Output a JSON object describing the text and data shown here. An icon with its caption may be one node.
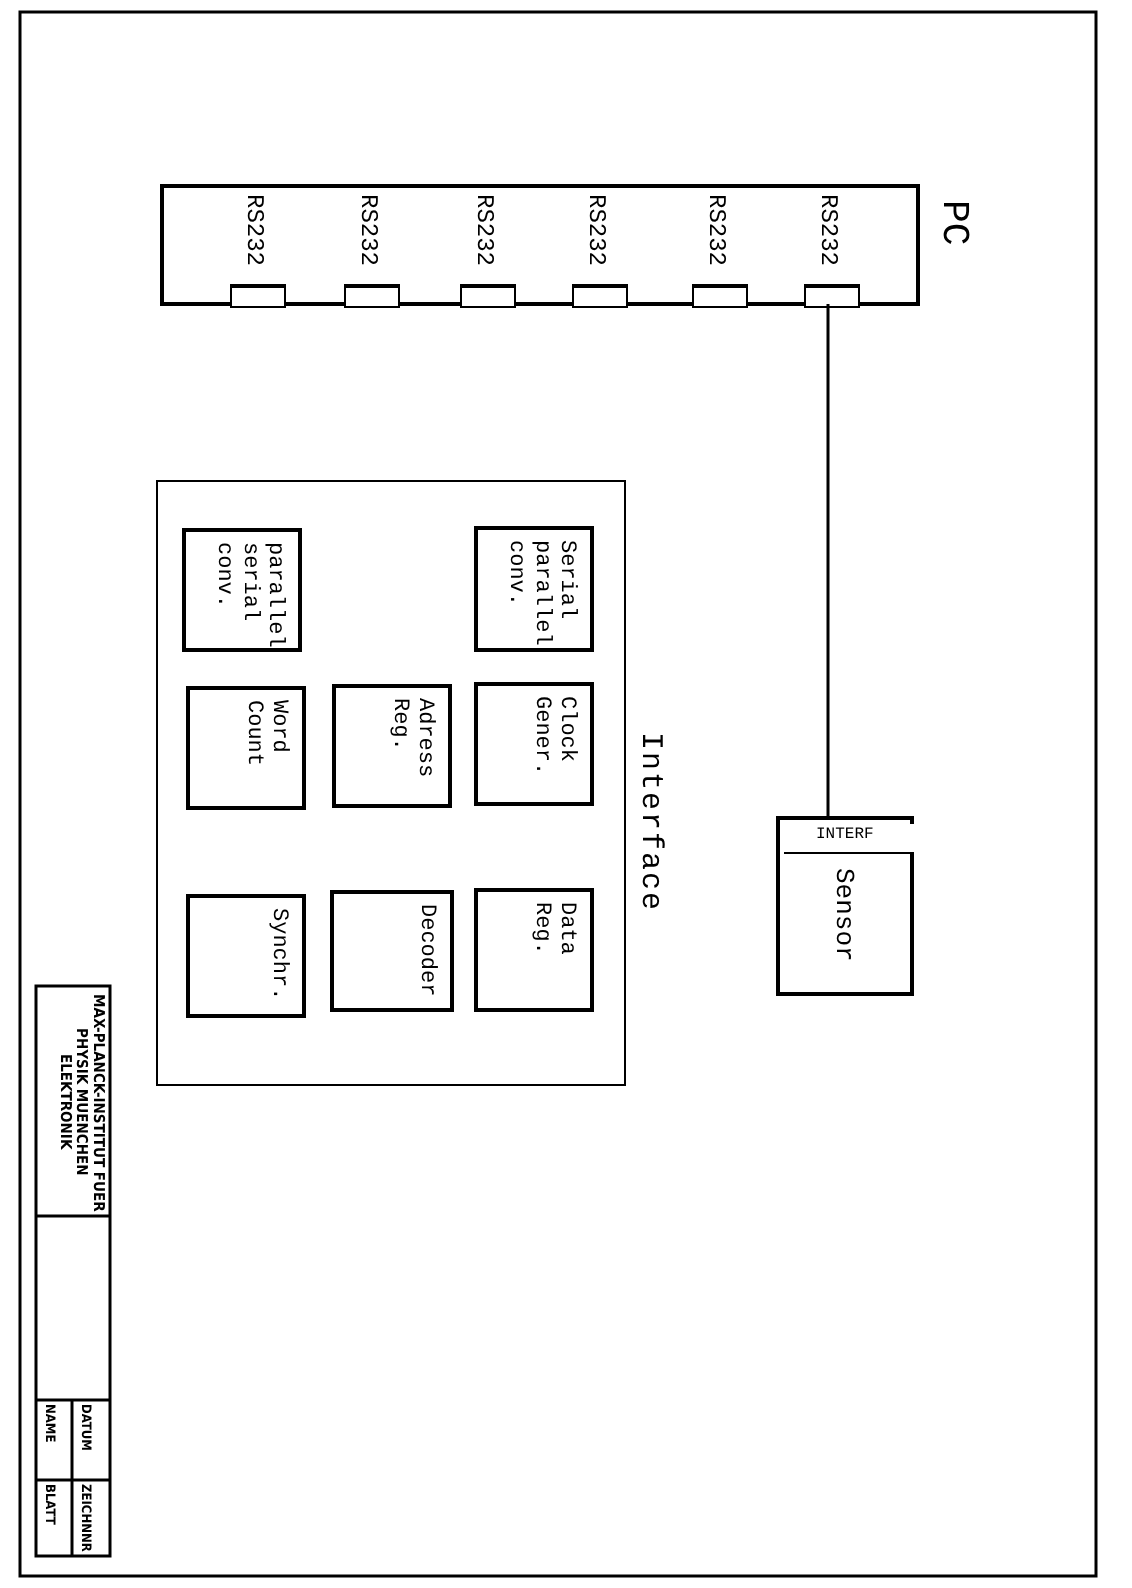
{
  "diagram": {
    "nodes": [
      {
        "text": [
          "PC"
        ]
      },
      {
        "text": [
          "RS232"
        ],
        "in": 0
      },
      {
        "text": [
          "RS232"
        ],
        "in": 0
      },
      {
        "text": [
          "RS232"
        ],
        "in": 0
      },
      {
        "text": [
          "RS232"
        ],
        "in": 0
      },
      {
        "text": [
          "RS232"
        ],
        "in": 0
      },
      {
        "text": [
          "RS232"
        ],
        "in": 0
      },
      {
        "text": [
          "Interface"
        ]
      },
      {
        "text": [
          "Serial parallel conv."
        ],
        "in": 7
      },
      {
        "text": [
          "parallel serial conv."
        ],
        "in": 7
      },
      {
        "text": [
          "Clock Gener."
        ],
        "in": 7
      },
      {
        "text": [
          "Adress Reg."
        ],
        "in": 7
      },
      {
        "text": [
          "Word Count"
        ],
        "in": 7
      },
      {
        "text": [
          "Data Reg."
        ],
        "in": 7
      },
      {
        "text": [
          "Decoder"
        ],
        "in": 7
      },
      {
        "text": [
          "Synchr."
        ],
        "in": 7
      },
      {
        "text": [
          "Sensor"
        ]
      },
      {
        "text": [
          "INTERF"
        ],
        "in": 16
      }
    ],
    "edges": [
      {
        "from": 6,
        "to": 17,
        "arrow": "none"
      }
    ],
    "labels": [
      "MAX-PLANCK-INSTITUT FUER PHYSIK MUENCHEN ELEKTRONIK",
      "DATUM",
      "ZEICHNNR",
      "NAME",
      "BLATT"
    ]
  }
}
